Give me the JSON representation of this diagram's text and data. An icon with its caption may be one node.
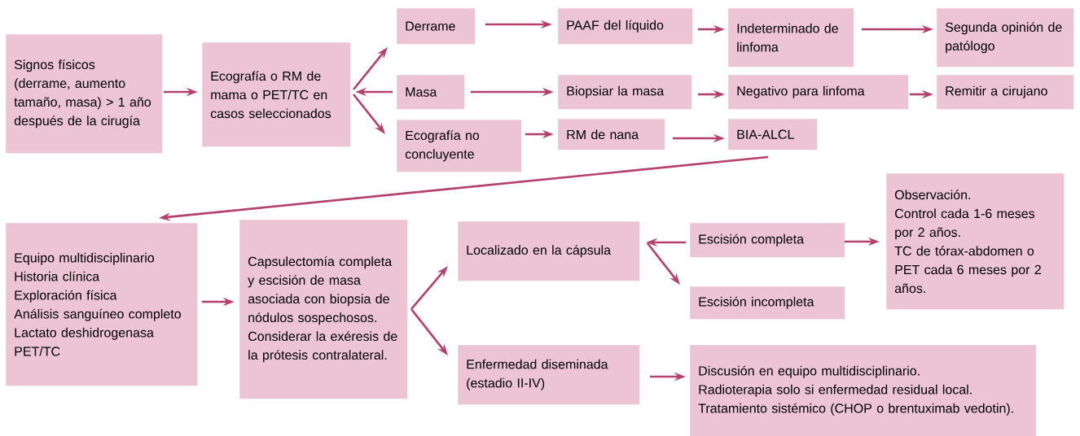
{
  "diagram": {
    "nodes": [
      {
        "text": [
          "Signos físicos (derrame, aumento tamaño, masa) > 1 año después de la cirugía"
        ]
      },
      {
        "text": [
          "Ecografía o RM de mama o PET/TC en casos seleccionados"
        ]
      },
      {
        "text": [
          "Derrame"
        ]
      },
      {
        "text": [
          "Masa"
        ]
      },
      {
        "text": [
          "Ecografía no concluyente"
        ]
      },
      {
        "text": [
          "PAAF del líquido"
        ]
      },
      {
        "text": [
          "Indeterminado de linfoma"
        ]
      },
      {
        "text": [
          "Segunda opinión de patólogo"
        ]
      },
      {
        "text": [
          "Biopsiar la masa"
        ]
      },
      {
        "text": [
          "Negativo para linfoma"
        ]
      },
      {
        "text": [
          "Remitir a cirujano"
        ]
      },
      {
        "text": [
          "RM de nana"
        ]
      },
      {
        "text": [
          "BIA-ALCL"
        ]
      },
      {
        "text": [
          "Equipo multidisciplinario",
          "Historia clínica",
          "Exploración física",
          "Análisis sanguíneo completo",
          "Lactato deshidrogenasa",
          "PET/TC"
        ]
      },
      {
        "text": [
          "Capsulectomía completa y escisión de masa asociada con biopsia de nódulos sospechosos.",
          "Considerar la exéresis de la prótesis contralateral."
        ]
      },
      {
        "text": [
          "Localizado en la cápsula"
        ]
      },
      {
        "text": [
          "Escisión completa"
        ]
      },
      {
        "text": [
          "Escisión incompleta"
        ]
      },
      {
        "text": [
          "Observación.",
          "Control cada 1-6 meses por 2 años.",
          "TC de tórax-abdomen o PET cada 6 meses por 2 años."
        ]
      },
      {
        "text": [
          "Enfermedad diseminada (estadio II-IV)"
        ]
      },
      {
        "text": [
          "Discusión en equipo multidisciplinario.",
          "Radioterapia solo si enfermedad residual local.",
          "Tratamiento sistémico (CHOP o brentuximab vedotin)."
        ]
      }
    ],
    "edges": [
      {
        "from": 0,
        "to": 1,
        "arrow": "to"
      },
      {
        "from": 1,
        "to": 2,
        "arrow": "to"
      },
      {
        "from": 3,
        "to": 1,
        "arrow": "to"
      },
      {
        "from": 1,
        "to": 4,
        "arrow": "to"
      },
      {
        "from": 2,
        "to": 5,
        "arrow": "to"
      },
      {
        "from": 5,
        "to": 6,
        "arrow": "to"
      },
      {
        "from": 6,
        "to": 7,
        "arrow": "to"
      },
      {
        "from": 3,
        "to": 8,
        "arrow": "to"
      },
      {
        "from": 8,
        "to": 9,
        "arrow": "to"
      },
      {
        "from": 9,
        "to": 10,
        "arrow": "to"
      },
      {
        "from": 4,
        "to": 11,
        "arrow": "to"
      },
      {
        "from": 11,
        "to": 12,
        "arrow": "to"
      },
      {
        "from": 12,
        "to": 13,
        "arrow": "to"
      },
      {
        "from": 13,
        "to": 14,
        "arrow": "to"
      },
      {
        "from": 14,
        "to": 15,
        "arrow": "to"
      },
      {
        "from": 14,
        "to": 19,
        "arrow": "to"
      },
      {
        "from": 16,
        "to": 15,
        "arrow": "to"
      },
      {
        "from": 15,
        "to": 17,
        "arrow": "to"
      },
      {
        "from": 16,
        "to": 18,
        "arrow": "to"
      },
      {
        "from": 19,
        "to": 20,
        "arrow": "to"
      }
    ]
  }
}
